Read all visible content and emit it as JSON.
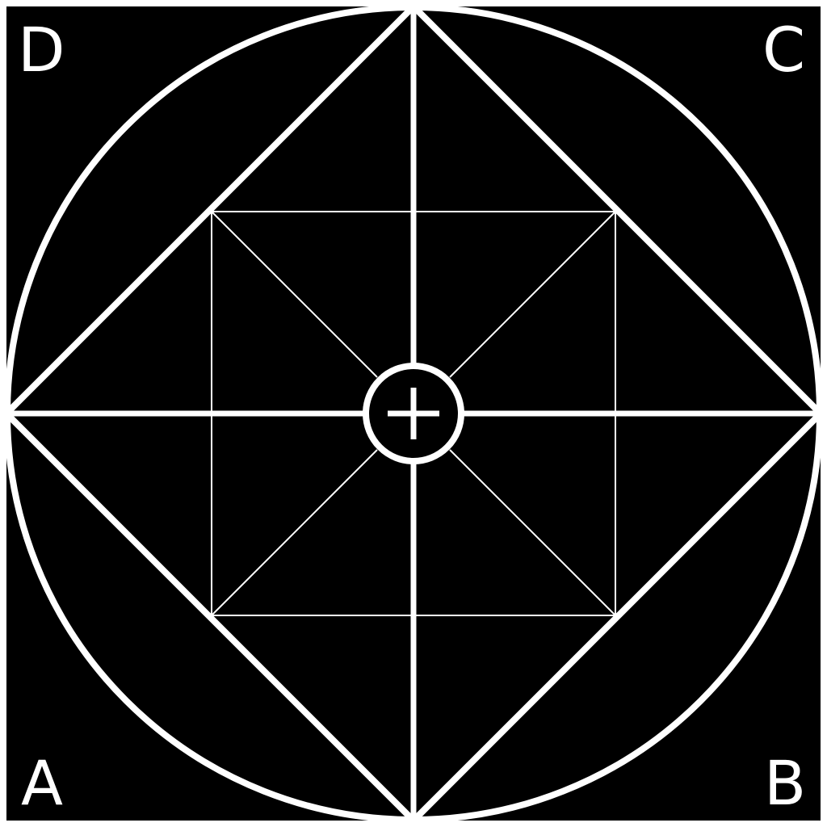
{
  "colors": {
    "background": "#000000",
    "line": "#ffffff"
  },
  "corners": {
    "top_left": "D",
    "top_right": "C",
    "bottom_left": "A",
    "bottom_right": "B"
  },
  "center_symbol": "crosshair-plus"
}
